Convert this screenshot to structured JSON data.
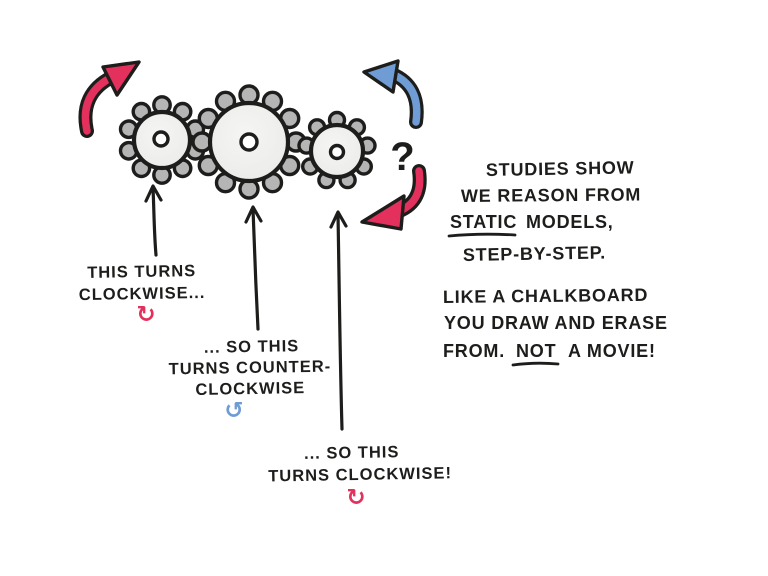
{
  "colors": {
    "ink": "#1d1d1b",
    "red_arrow": "#e3305c",
    "blue_arrow": "#6f9cd4",
    "gear_fill": "#ececec",
    "tooth_fill": "#b5b5b5",
    "background": "#ffffff"
  },
  "glyphs": {
    "clockwise_curl": "↻",
    "counterclockwise_curl": "↺"
  },
  "icons": {
    "top_left": "curved-arrow-up-right-red",
    "top_right": "curved-arrow-up-left-blue",
    "bottom_right": "curved-arrow-down-left-red",
    "pointers": "straight-arrow-up-black"
  },
  "labels": {
    "question_mark": "?",
    "gear_left": {
      "l1": "THIS TURNS",
      "l2": "CLOCKWISE..."
    },
    "gear_middle": {
      "l1": "... SO THIS",
      "l2": "TURNS COUNTER-",
      "l3": "CLOCKWISE"
    },
    "gear_right": {
      "l1": "... SO THIS",
      "l2": "TURNS CLOCKWISE!"
    }
  },
  "side_note": {
    "l1": "STUDIES SHOW",
    "l2": "WE REASON FROM",
    "l3_underlined": "STATIC",
    "l3_rest": "MODELS,",
    "l4": "STEP-BY-STEP.",
    "l5": "LIKE A CHALKBOARD",
    "l6": "YOU DRAW AND ERASE",
    "l7_a": "FROM.",
    "l7_underlined": "NOT",
    "l7_rest": "A MOVIE!"
  }
}
